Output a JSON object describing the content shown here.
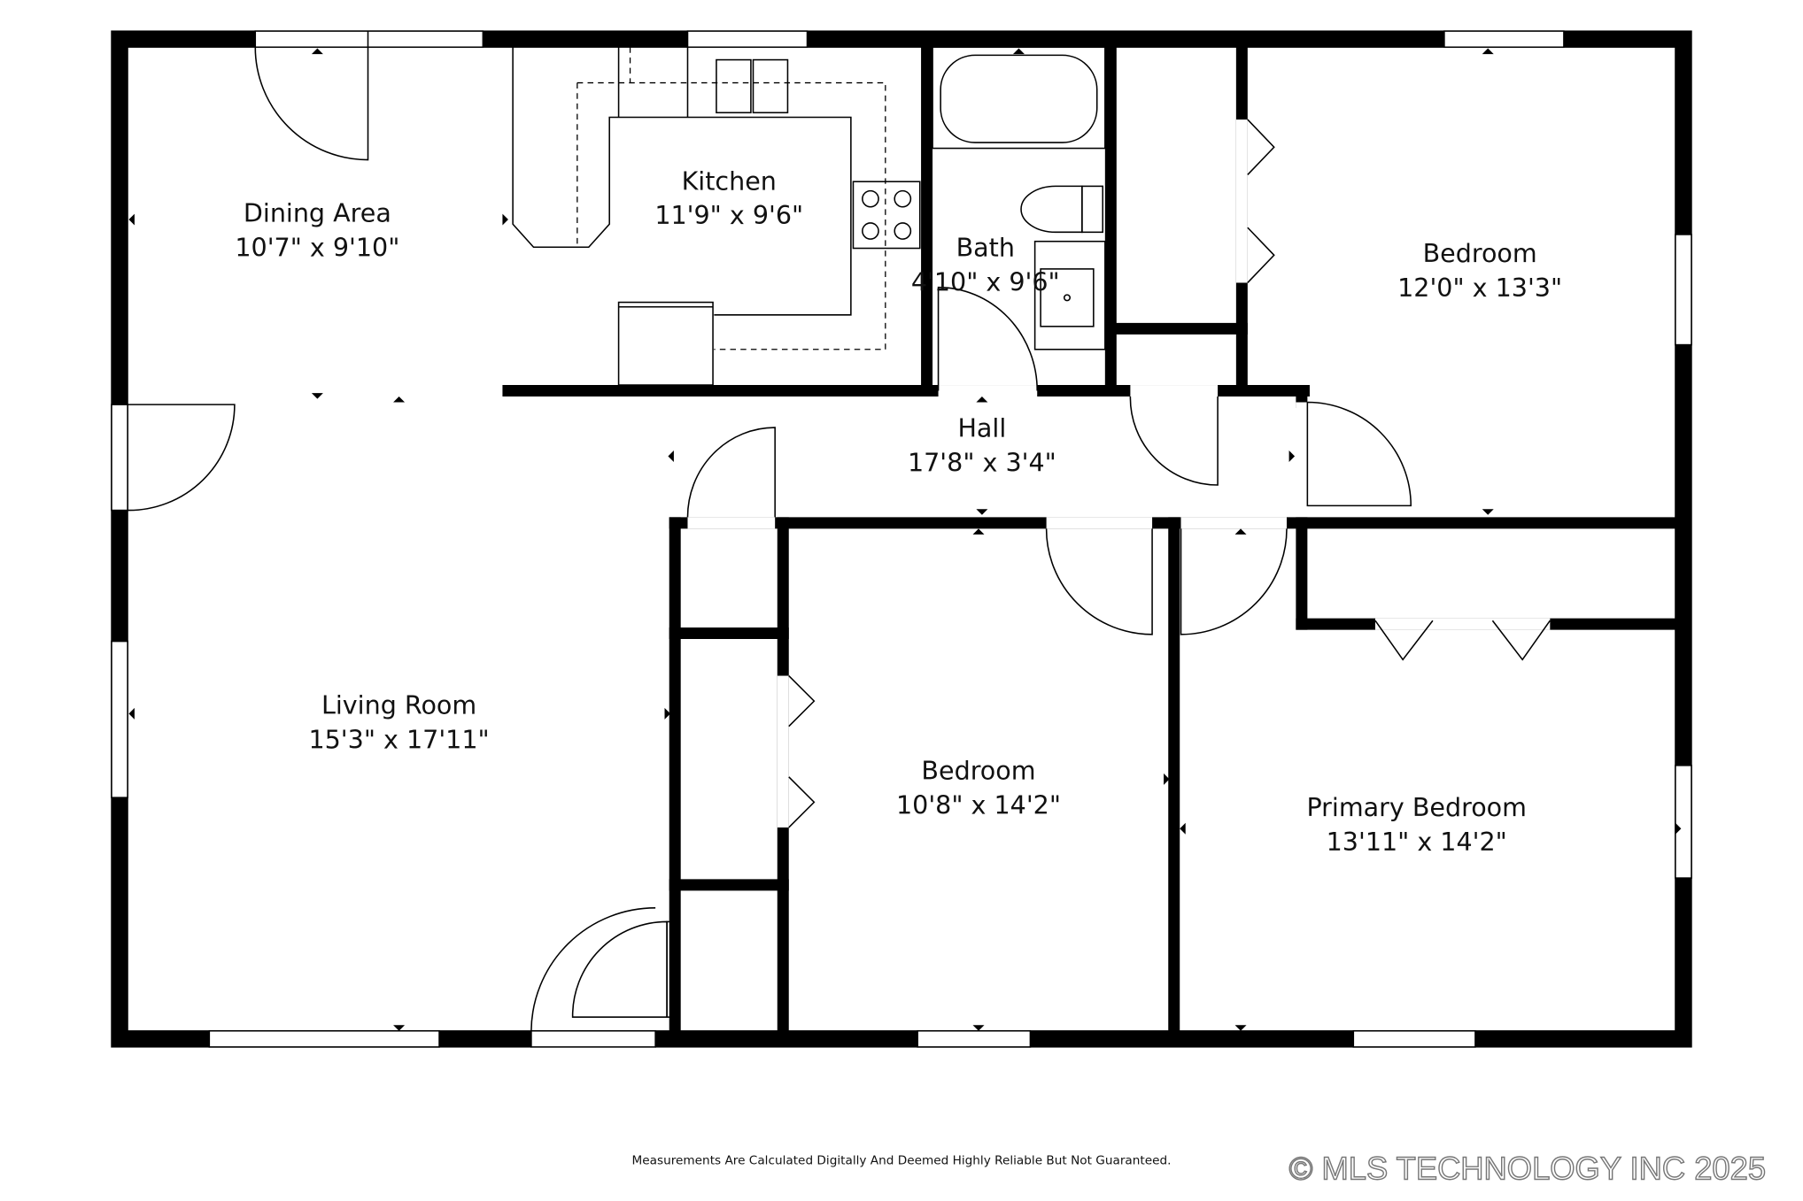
{
  "rooms": {
    "dining": {
      "name": "Dining Area",
      "size": "10'7\" x 9'10\""
    },
    "kitchen": {
      "name": "Kitchen",
      "size": "11'9\" x 9'6\""
    },
    "bath": {
      "name": "Bath",
      "size": "4'10\" x 9'6\""
    },
    "bedroom_ne": {
      "name": "Bedroom",
      "size": "12'0\" x 13'3\""
    },
    "hall": {
      "name": "Hall",
      "size": "17'8\" x 3'4\""
    },
    "living": {
      "name": "Living Room",
      "size": "15'3\" x 17'11\""
    },
    "bedroom_s": {
      "name": "Bedroom",
      "size": "10'8\" x 14'2\""
    },
    "primary": {
      "name": "Primary Bedroom",
      "size": "13'11\" x 14'2\""
    }
  },
  "footer": {
    "disclaimer": "Measurements Are Calculated Digitally And Deemed Highly Reliable But Not Guaranteed.",
    "copyright": "© MLS TECHNOLOGY INC 2025"
  }
}
